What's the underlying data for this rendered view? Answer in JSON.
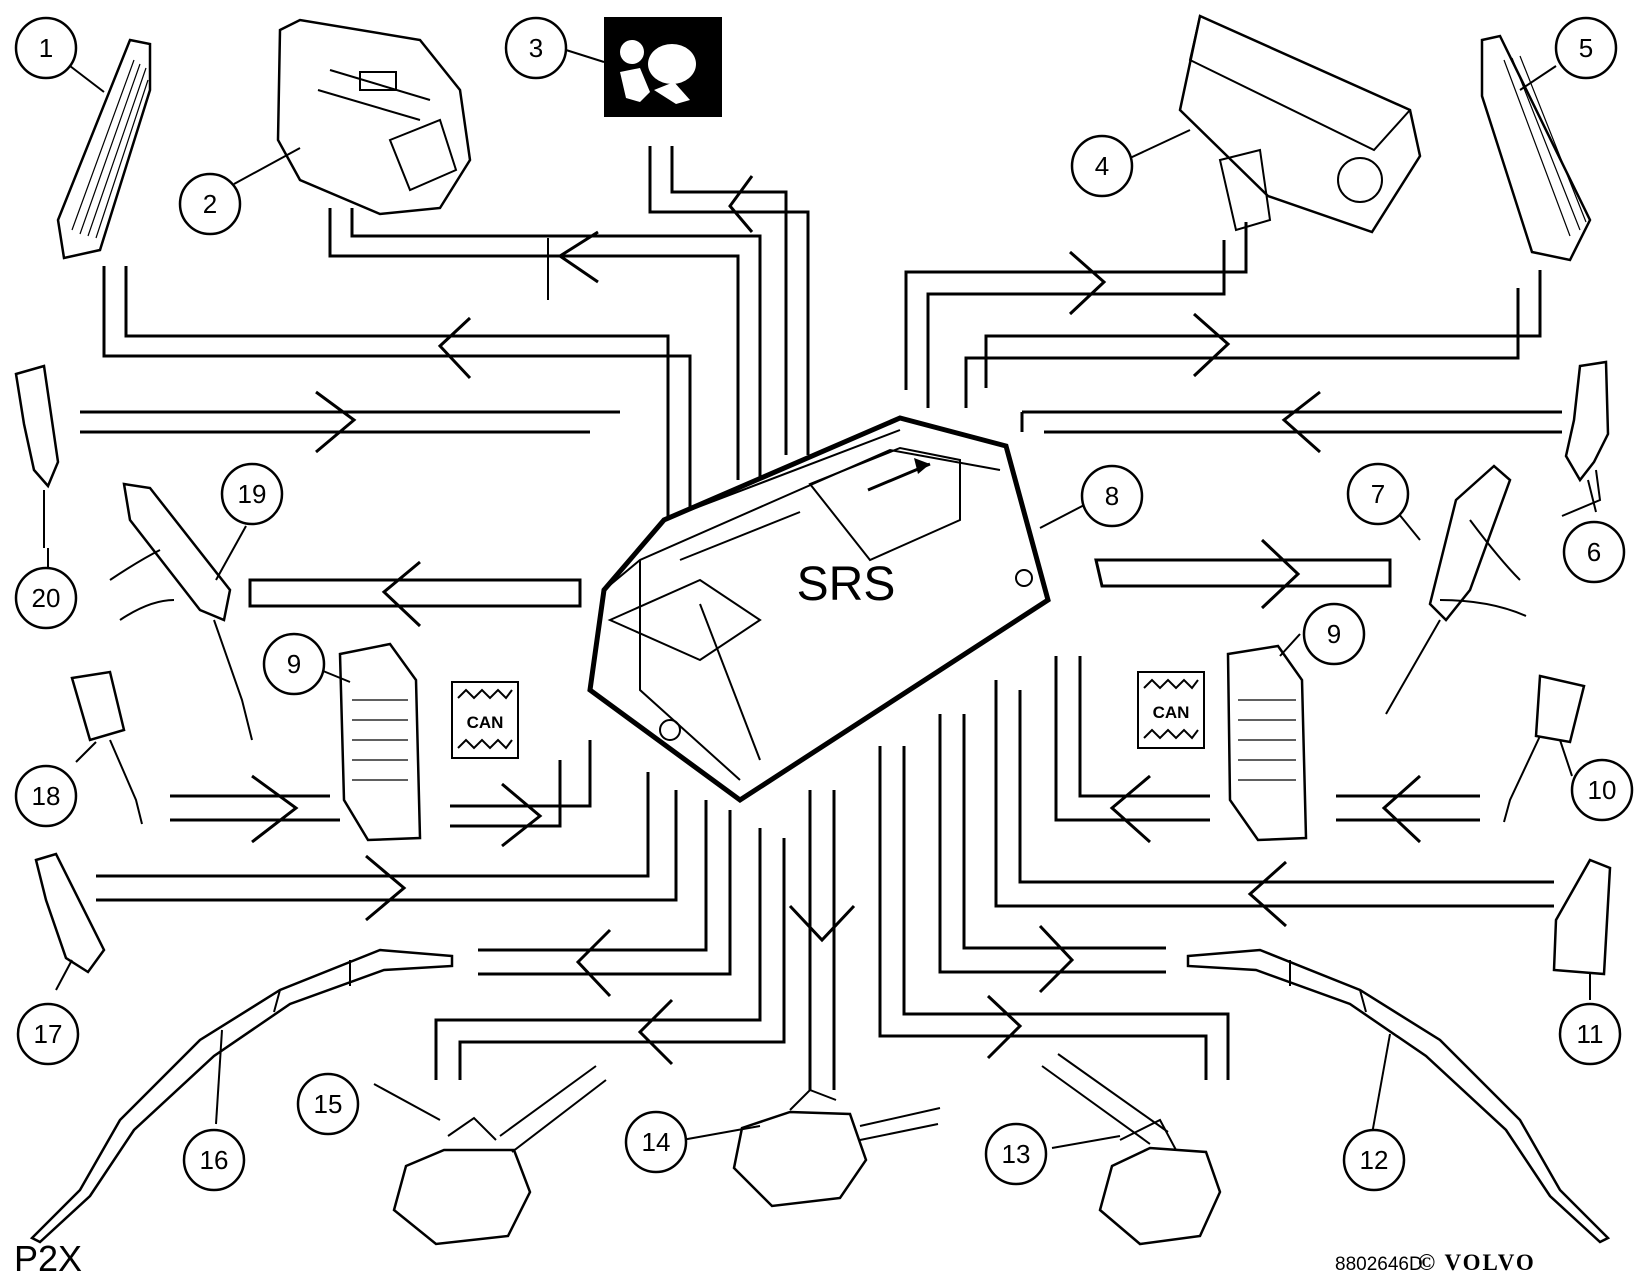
{
  "diagram": {
    "center_label": "SRS",
    "page_label": "P2X",
    "document_code": "8802646D",
    "brand_text": "© VOLVO",
    "can_label": "CAN",
    "callouts": [
      "1",
      "2",
      "3",
      "4",
      "5",
      "6",
      "7",
      "8",
      "9",
      "9",
      "10",
      "11",
      "12",
      "13",
      "14",
      "15",
      "16",
      "17",
      "18",
      "19",
      "20"
    ]
  }
}
